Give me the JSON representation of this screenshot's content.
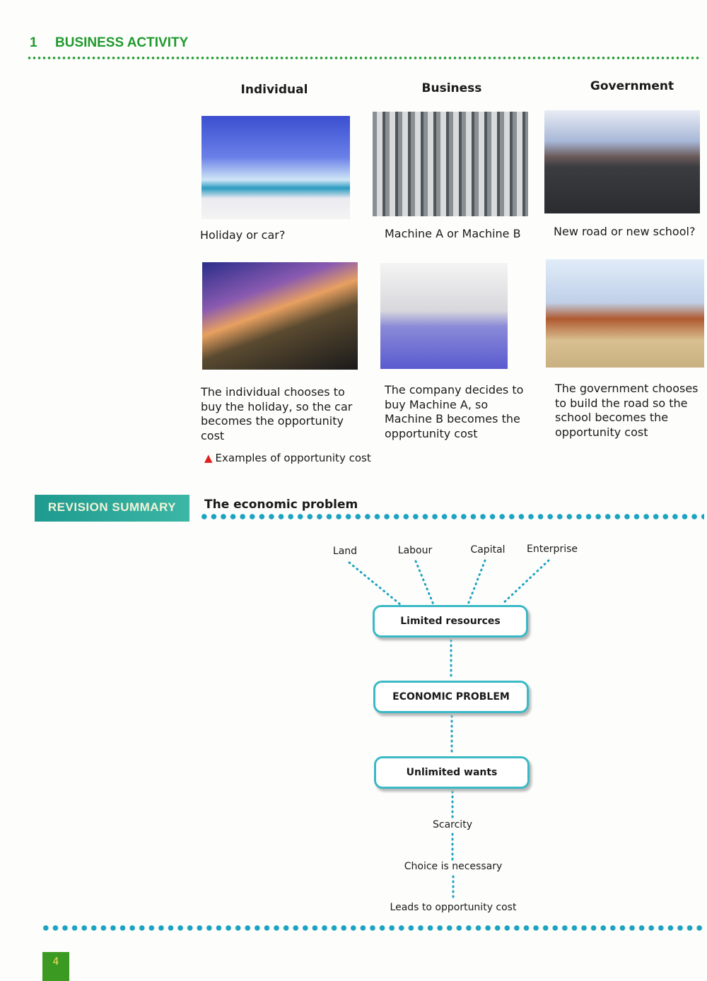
{
  "chapter": {
    "number": "1",
    "title": "BUSINESS ACTIVITY"
  },
  "columns": [
    {
      "heading": "Individual",
      "question": "Holiday or car?",
      "explanation": "The individual chooses to buy the holiday, so the car becomes the opportunity cost"
    },
    {
      "heading": "Business",
      "question": "Machine A or Machine B",
      "explanation": "The company decides to buy Machine A, so Machine B becomes the opportunity cost"
    },
    {
      "heading": "Government",
      "question": "New road or new school?",
      "explanation": "The government chooses to build the road so the school becomes the opportunity cost"
    }
  ],
  "figure_caption": "Examples of opportunity cost",
  "revision": {
    "badge": "REVISION SUMMARY",
    "title": "The economic problem",
    "resources": [
      "Land",
      "Labour",
      "Capital",
      "Enterprise"
    ],
    "boxes": [
      "Limited resources",
      "ECONOMIC PROBLEM",
      "Unlimited wants"
    ],
    "chain": [
      "Scarcity",
      "Choice is necessary",
      "Leads to opportunity cost"
    ]
  },
  "page_number": "4"
}
